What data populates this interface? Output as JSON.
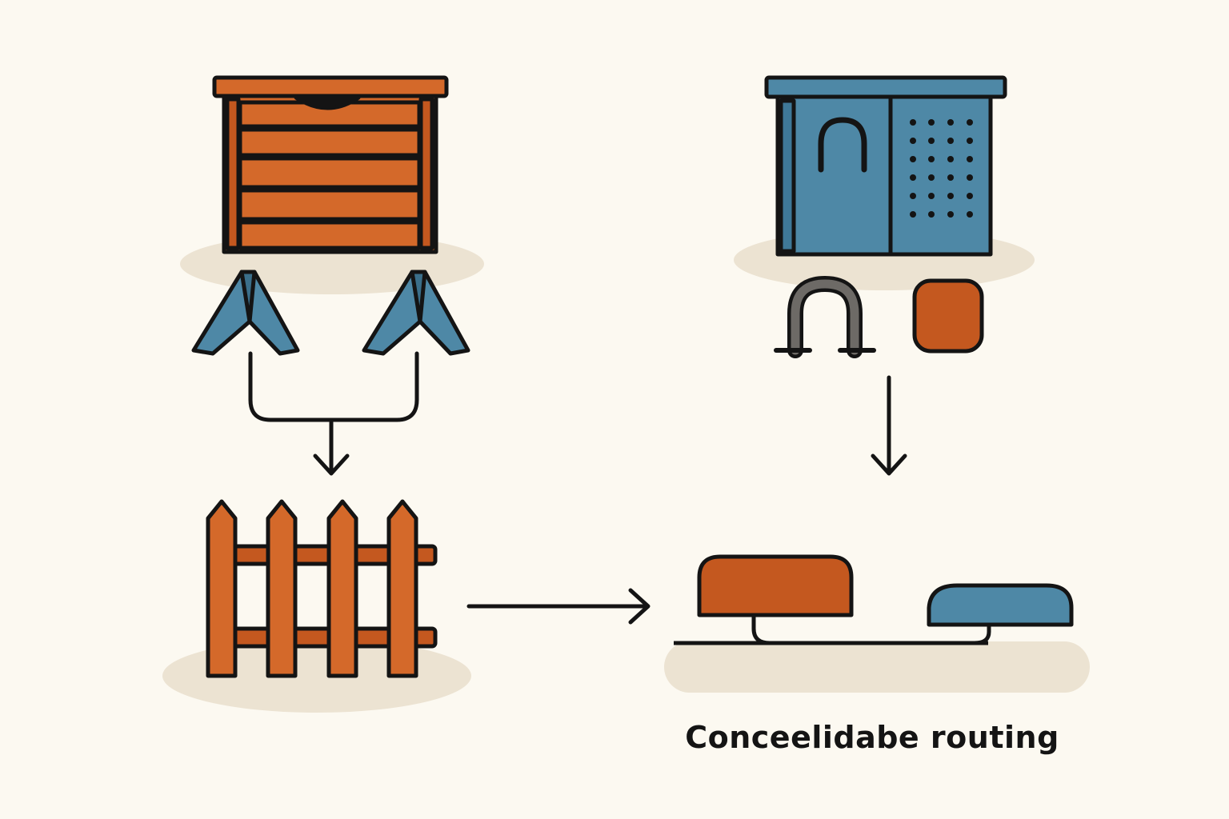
{
  "caption": "Conceelidabe routing",
  "colors": {
    "background": "#fcf9f1",
    "ground_shadow": "#ece3d2",
    "wood_orange": "#d4692a",
    "rust_orange": "#c4581f",
    "steel_blue": "#4e88a6",
    "outline": "#141414",
    "gray_clip": "#6d6a66"
  },
  "elements": {
    "storage_box": "wooden-storage-box",
    "brackets": "angle-bracket-icon",
    "utility_box": "metal-utility-box",
    "clip": "u-clip-icon",
    "cap": "rubber-cap-icon",
    "fence": "picket-fence-icon",
    "routing": "low-profile-cable-routing"
  }
}
